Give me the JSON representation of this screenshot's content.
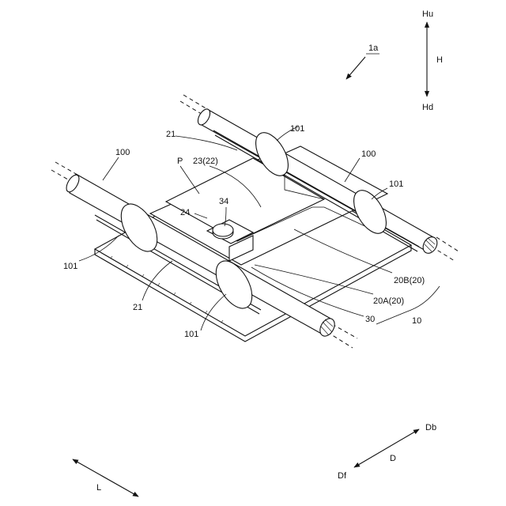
{
  "labels": {
    "figure_ref": "1a",
    "up": "Hu",
    "height": "H",
    "down": "Hd",
    "pipe_left": "100",
    "pipe_right": "100",
    "holder_101_a": "101",
    "holder_101_b": "101",
    "holder_101_c": "101",
    "holder_101_d": "101",
    "ref_21_top": "21",
    "ref_21_bottom": "21",
    "ref_p": "P",
    "ref_23_22": "23(22)",
    "ref_24": "24",
    "ref_34": "34",
    "ref_20b": "20B(20)",
    "ref_20a": "20A(20)",
    "ref_30": "30",
    "ref_10": "10",
    "back": "Db",
    "depth": "D",
    "front": "Df",
    "lateral": "L"
  }
}
